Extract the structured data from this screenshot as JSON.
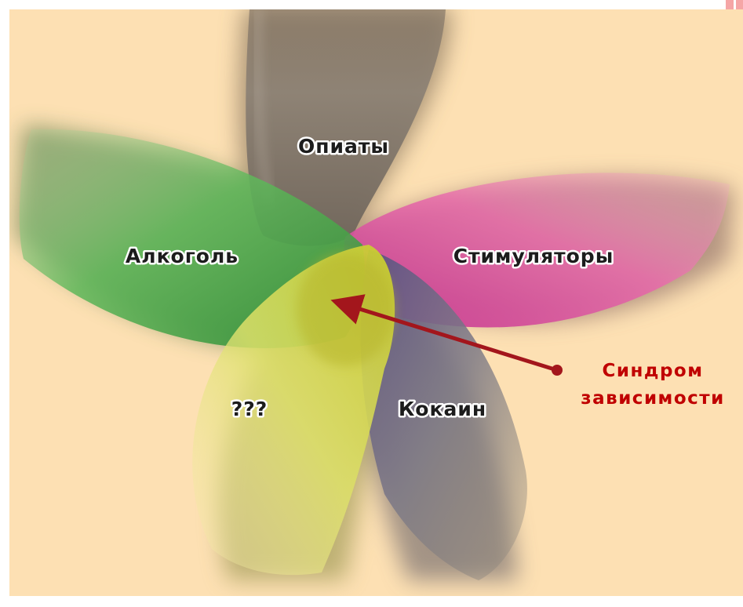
{
  "petals": [
    {
      "id": "opiates",
      "label": "Опиаты",
      "color": "#8b7f72"
    },
    {
      "id": "stimulants",
      "label": "Стимуляторы",
      "color": "#d9409a"
    },
    {
      "id": "cocaine",
      "label": "Кокаин",
      "color": "#6f6787"
    },
    {
      "id": "unknown",
      "label": "???",
      "color": "#d4d84a"
    },
    {
      "id": "alcohol",
      "label": "Алкоголь",
      "color": "#46a63e"
    }
  ],
  "callout": {
    "line1": "Синдром",
    "line2": "зависимости",
    "color": "#b80d0d"
  }
}
